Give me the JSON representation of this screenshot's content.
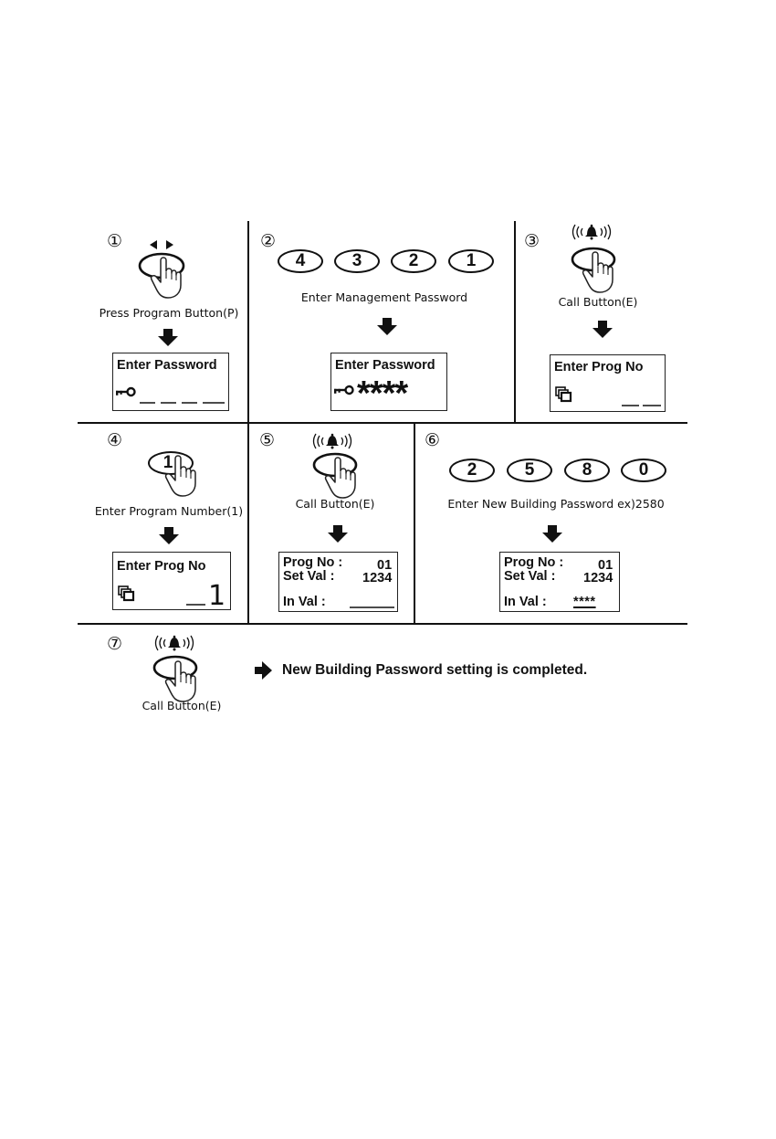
{
  "steps": [
    {
      "num": "①",
      "caption": "Press Program Button(P)",
      "lcd_title": "Enter Password"
    },
    {
      "num": "②",
      "keys": [
        "4",
        "3",
        "2",
        "1"
      ],
      "caption": "Enter Management Password",
      "lcd_title": "Enter Password",
      "lcd_value": "****"
    },
    {
      "num": "③",
      "caption": "Call Button(E)",
      "lcd_title": "Enter Prog No"
    },
    {
      "num": "④",
      "key": "1",
      "caption": "Enter Program Number(1)",
      "lcd_title": "Enter Prog No",
      "lcd_value": "1"
    },
    {
      "num": "⑤",
      "caption": "Call Button(E)",
      "lcd_prog_label": "Prog No :",
      "lcd_prog_value": "01",
      "lcd_set_label": "Set  Val  :",
      "lcd_set_value": "1234",
      "lcd_in_label": "In Val :"
    },
    {
      "num": "⑥",
      "keys": [
        "2",
        "5",
        "8",
        "0"
      ],
      "caption": "Enter New Building Password ex)2580",
      "lcd_prog_label": "Prog No :",
      "lcd_prog_value": "01",
      "lcd_set_label": "Set  Val  :",
      "lcd_set_value": "1234",
      "lcd_in_label": "In Val :",
      "lcd_in_value": "****"
    },
    {
      "num": "⑦",
      "caption": "Call Button(E)",
      "result": "New Building Password setting is completed."
    }
  ]
}
